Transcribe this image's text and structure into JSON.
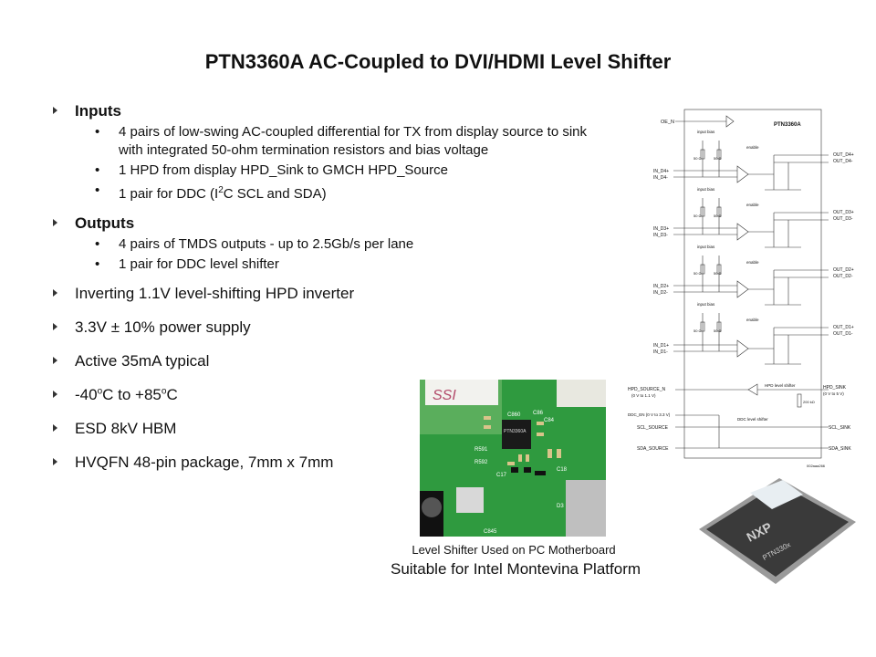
{
  "title": "PTN3360A AC-Coupled to DVI/HDMI Level Shifter",
  "bullets": {
    "inputs": {
      "label": "Inputs",
      "items": [
        "4 pairs of low-swing AC-coupled differential for TX from display source to sink with integrated 50-ohm termination resistors and bias voltage",
        "1 HPD from display HPD_Sink to GMCH HPD_Source"
      ],
      "ddc_prefix": "1 pair for DDC (I",
      "ddc_sup": "2",
      "ddc_suffix": "C SCL and SDA)"
    },
    "outputs": {
      "label": "Outputs",
      "items": [
        "4 pairs of TMDS outputs - up to 2.5Gb/s per lane",
        "1 pair for DDC level shifter"
      ]
    },
    "inverter": "Inverting 1.1V level-shifting HPD inverter",
    "power": "3.3V ± 10% power supply",
    "active": "Active 35mA typical",
    "temp": {
      "part1": "-40",
      "sup1": "o",
      "part2": "C to +85",
      "sup2": "o",
      "part3": "C"
    },
    "esd": "ESD 8kV HBM",
    "package": "HVQFN 48-pin package, 7mm x 7mm"
  },
  "bullet_dot": "•",
  "captions": {
    "line1": "Level Shifter Used on PC Motherboard",
    "line2": "Suitable for Intel Montevina Platform"
  },
  "diagram": {
    "chip_name": "PTN3360A",
    "oe_n": "OE_N",
    "input_bias": "input bias",
    "enable": "enable",
    "resistor": "50 Ω",
    "inputs": [
      [
        "IN_D4+",
        "IN_D4-"
      ],
      [
        "IN_D3+",
        "IN_D3-"
      ],
      [
        "IN_D2+",
        "IN_D2-"
      ],
      [
        "IN_D1+",
        "IN_D1-"
      ]
    ],
    "outputs": [
      [
        "OUT_D4+",
        "OUT_D4-"
      ],
      [
        "OUT_D3+",
        "OUT_D3-"
      ],
      [
        "OUT_D2+",
        "OUT_D2-"
      ],
      [
        "OUT_D1+",
        "OUT_D1-"
      ]
    ],
    "hpd_source": "HPD_SOURCE_N",
    "hpd_source_range": "(0 V to 1.1 V)",
    "hpd_level_shifter": "HPD level shifter",
    "hpd_sink": "HPD_SINK",
    "hpd_sink_range": "(0 V to 5 V)",
    "resistor_200k": "200 kΩ",
    "ddc_en": "DDC_EN (0 V to 3.3 V)",
    "ddc_level_shifter": "DDC level shifter",
    "scl_source": "SCL_SOURCE",
    "scl_sink": "SCL_SINK",
    "sda_source": "SDA_SOURCE",
    "sda_sink": "SDA_SINK",
    "figure_id": "002aaa266"
  },
  "pcb": {
    "marking": "SSI",
    "chip_mark": "PTN3360A",
    "labels": [
      "C86",
      "C84",
      "C860",
      "R591",
      "R592",
      "C17",
      "C18",
      "C845",
      "D3"
    ]
  },
  "chip_photo": {
    "logo": "NXP",
    "part": "PTN330x"
  }
}
